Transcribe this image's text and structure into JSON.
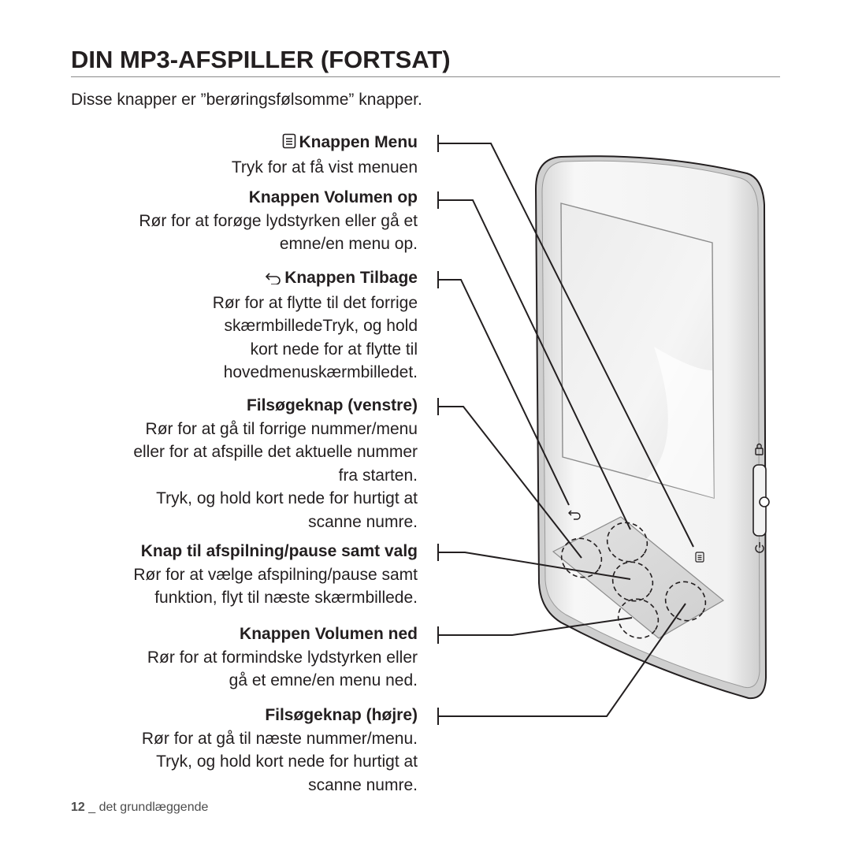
{
  "title": "DIN MP3-AFSPILLER (FORTSAT)",
  "intro": "Disse knapper er ”berøringsfølsomme” knapper.",
  "sections": [
    {
      "heading": "Knappen Menu",
      "icon": "menu-icon",
      "lines": [
        "Tryk for at få vist menuen"
      ]
    },
    {
      "heading": "Knappen Volumen op",
      "lines": [
        "Rør for at forøge lydstyrken eller gå et",
        "emne/en menu op."
      ]
    },
    {
      "heading": "Knappen Tilbage",
      "icon": "back-arrow-icon",
      "lines": [
        "Rør for at flytte til det forrige",
        "skærmbilledeTryk, og hold",
        "kort nede for at flytte til",
        "hovedmenuskærmbilledet."
      ]
    },
    {
      "heading": "Filsøgeknap (venstre)",
      "lines": [
        "Rør for at gå til forrige nummer/menu",
        "eller for at afspille det aktuelle nummer",
        "fra starten.",
        "Tryk, og hold kort nede for hurtigt at",
        "scanne numre."
      ]
    },
    {
      "heading": "Knap til afspilning/pause samt valg",
      "lines": [
        "Rør for at vælge afspilning/pause samt",
        "funktion, flyt til næste skærmbillede."
      ]
    },
    {
      "heading": "Knappen Volumen ned",
      "lines": [
        "Rør for at formindske lydstyrken eller",
        "gå et emne/en menu ned."
      ]
    },
    {
      "heading": "Filsøgeknap (højre)",
      "lines": [
        "Rør for at gå til næste nummer/menu.",
        "Tryk, og hold kort nede for hurtigt at",
        "scanne numre."
      ]
    }
  ],
  "footer": {
    "page_number": "12",
    "separator": "_",
    "section": "det grundlæggende"
  },
  "device_icons": [
    "back-arrow-icon",
    "menu-icon",
    "lock-icon",
    "power-icon"
  ]
}
